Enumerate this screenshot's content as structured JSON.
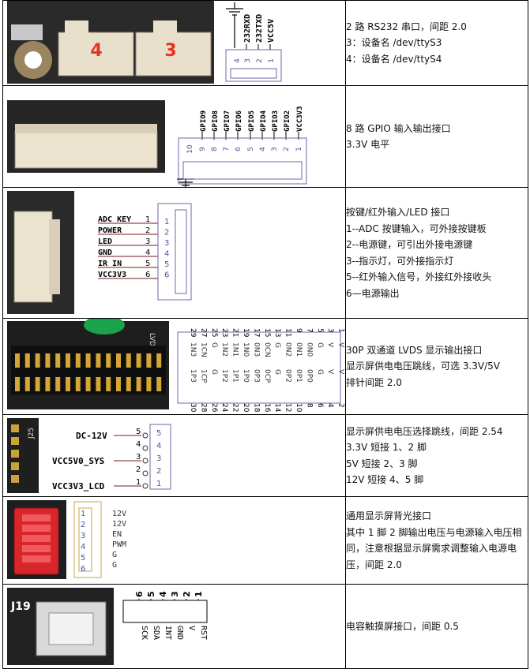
{
  "rows": [
    {
      "desc": [
        "2 路 RS232 串口，间距 2.0",
        "3：设备名 /dev/ttyS3",
        "4：设备名 /dev/ttyS4"
      ],
      "photo_labels": [
        "4",
        "3"
      ],
      "pins": [
        "VCC5V",
        "232TXD",
        "232RXD"
      ],
      "pin_numbers": [
        "1",
        "2",
        "3",
        "4"
      ]
    },
    {
      "desc": [
        "8 路 GPIO 输入输出接口",
        "3.3V 电平"
      ],
      "pins": [
        "VCC3V3",
        "GPIO2",
        "GPIO3",
        "GPIO4",
        "GPIO5",
        "GPIO6",
        "GPIO7",
        "GPIO8",
        "GPIO9"
      ],
      "pin_numbers": [
        "1",
        "2",
        "3",
        "4",
        "5",
        "6",
        "7",
        "8",
        "9",
        "10"
      ]
    },
    {
      "desc": [
        "按键/红外输入/LED 接口",
        "1--ADC 按键输入，可外接按键板",
        "2--电源键，可引出外接电源键",
        "3--指示灯，可外接指示灯",
        "5--红外输入信号，外接红外接收头",
        "6—电源输出"
      ],
      "pins": [
        "ADC_KEY",
        "POWER",
        "LED",
        "GND",
        "IR_IN",
        "VCC3V3"
      ],
      "pin_numbers": [
        "1",
        "2",
        "3",
        "4",
        "5",
        "6"
      ],
      "box_numbers": [
        "1",
        "2",
        "3",
        "4",
        "5",
        "6"
      ]
    },
    {
      "desc": [
        "30P 双通道 LVDS 显示输出接口",
        "显示屏供电电压跳线，可选 3.3V/5V",
        "排针间距 2.0"
      ],
      "board_label": "LVDS",
      "top_numbers": [
        "29",
        "27",
        "25",
        "23",
        "21",
        "19",
        "17",
        "15",
        "13",
        "11",
        "9",
        "7",
        "5",
        "3",
        "1"
      ],
      "upper_signals": [
        "1N3",
        "1CN",
        "G",
        "1N2",
        "1N1",
        "1N0",
        "0N3",
        "0CN",
        "G",
        "0N2",
        "0N1",
        "0N0",
        "G",
        "V",
        "V"
      ],
      "lower_signals": [
        "1P3",
        "1CP",
        "G",
        "1P2",
        "1P1",
        "1P0",
        "0P3",
        "0CP",
        "G",
        "0P2",
        "0P1",
        "0P0",
        "G",
        "V",
        "V"
      ],
      "bottom_numbers": [
        "30",
        "28",
        "26",
        "24",
        "22",
        "20",
        "18",
        "16",
        "14",
        "12",
        "10",
        "8",
        "6",
        "4",
        "2"
      ]
    },
    {
      "desc": [
        "显示屏供电电压选择跳线，间距 2.54",
        "3.3V 短接 1、2 脚",
        "5V   短接 2、3 脚",
        "12V 短接 4、5 脚"
      ],
      "board_label": "J25",
      "labels": [
        "DC-12V",
        "VCC5V0_SYS",
        "VCC3V3_LCD"
      ],
      "pin_numbers": [
        "5",
        "4",
        "3",
        "2",
        "1"
      ],
      "box_numbers": [
        "5",
        "4",
        "3",
        "2",
        "1"
      ]
    },
    {
      "desc": [
        "通用显示屏背光接口",
        "其中 1 脚 2 脚输出电压与电源输入电压相同，注意根据显示屏需求调整输入电源电压，间距 2.0"
      ],
      "box_numbers": [
        "1",
        "2",
        "3",
        "4",
        "5",
        "6"
      ],
      "signals": [
        "12V",
        "12V",
        "EN",
        "PWM",
        "G",
        "G"
      ]
    },
    {
      "desc": [
        "电容触摸屏接口，间距 0.5"
      ],
      "board_label": "J19",
      "pin_numbers": [
        "6",
        "5",
        "4",
        "3",
        "2",
        "1"
      ],
      "signals": [
        "SCK",
        "SDA",
        "INT",
        "GND",
        "V",
        "RST"
      ]
    }
  ]
}
